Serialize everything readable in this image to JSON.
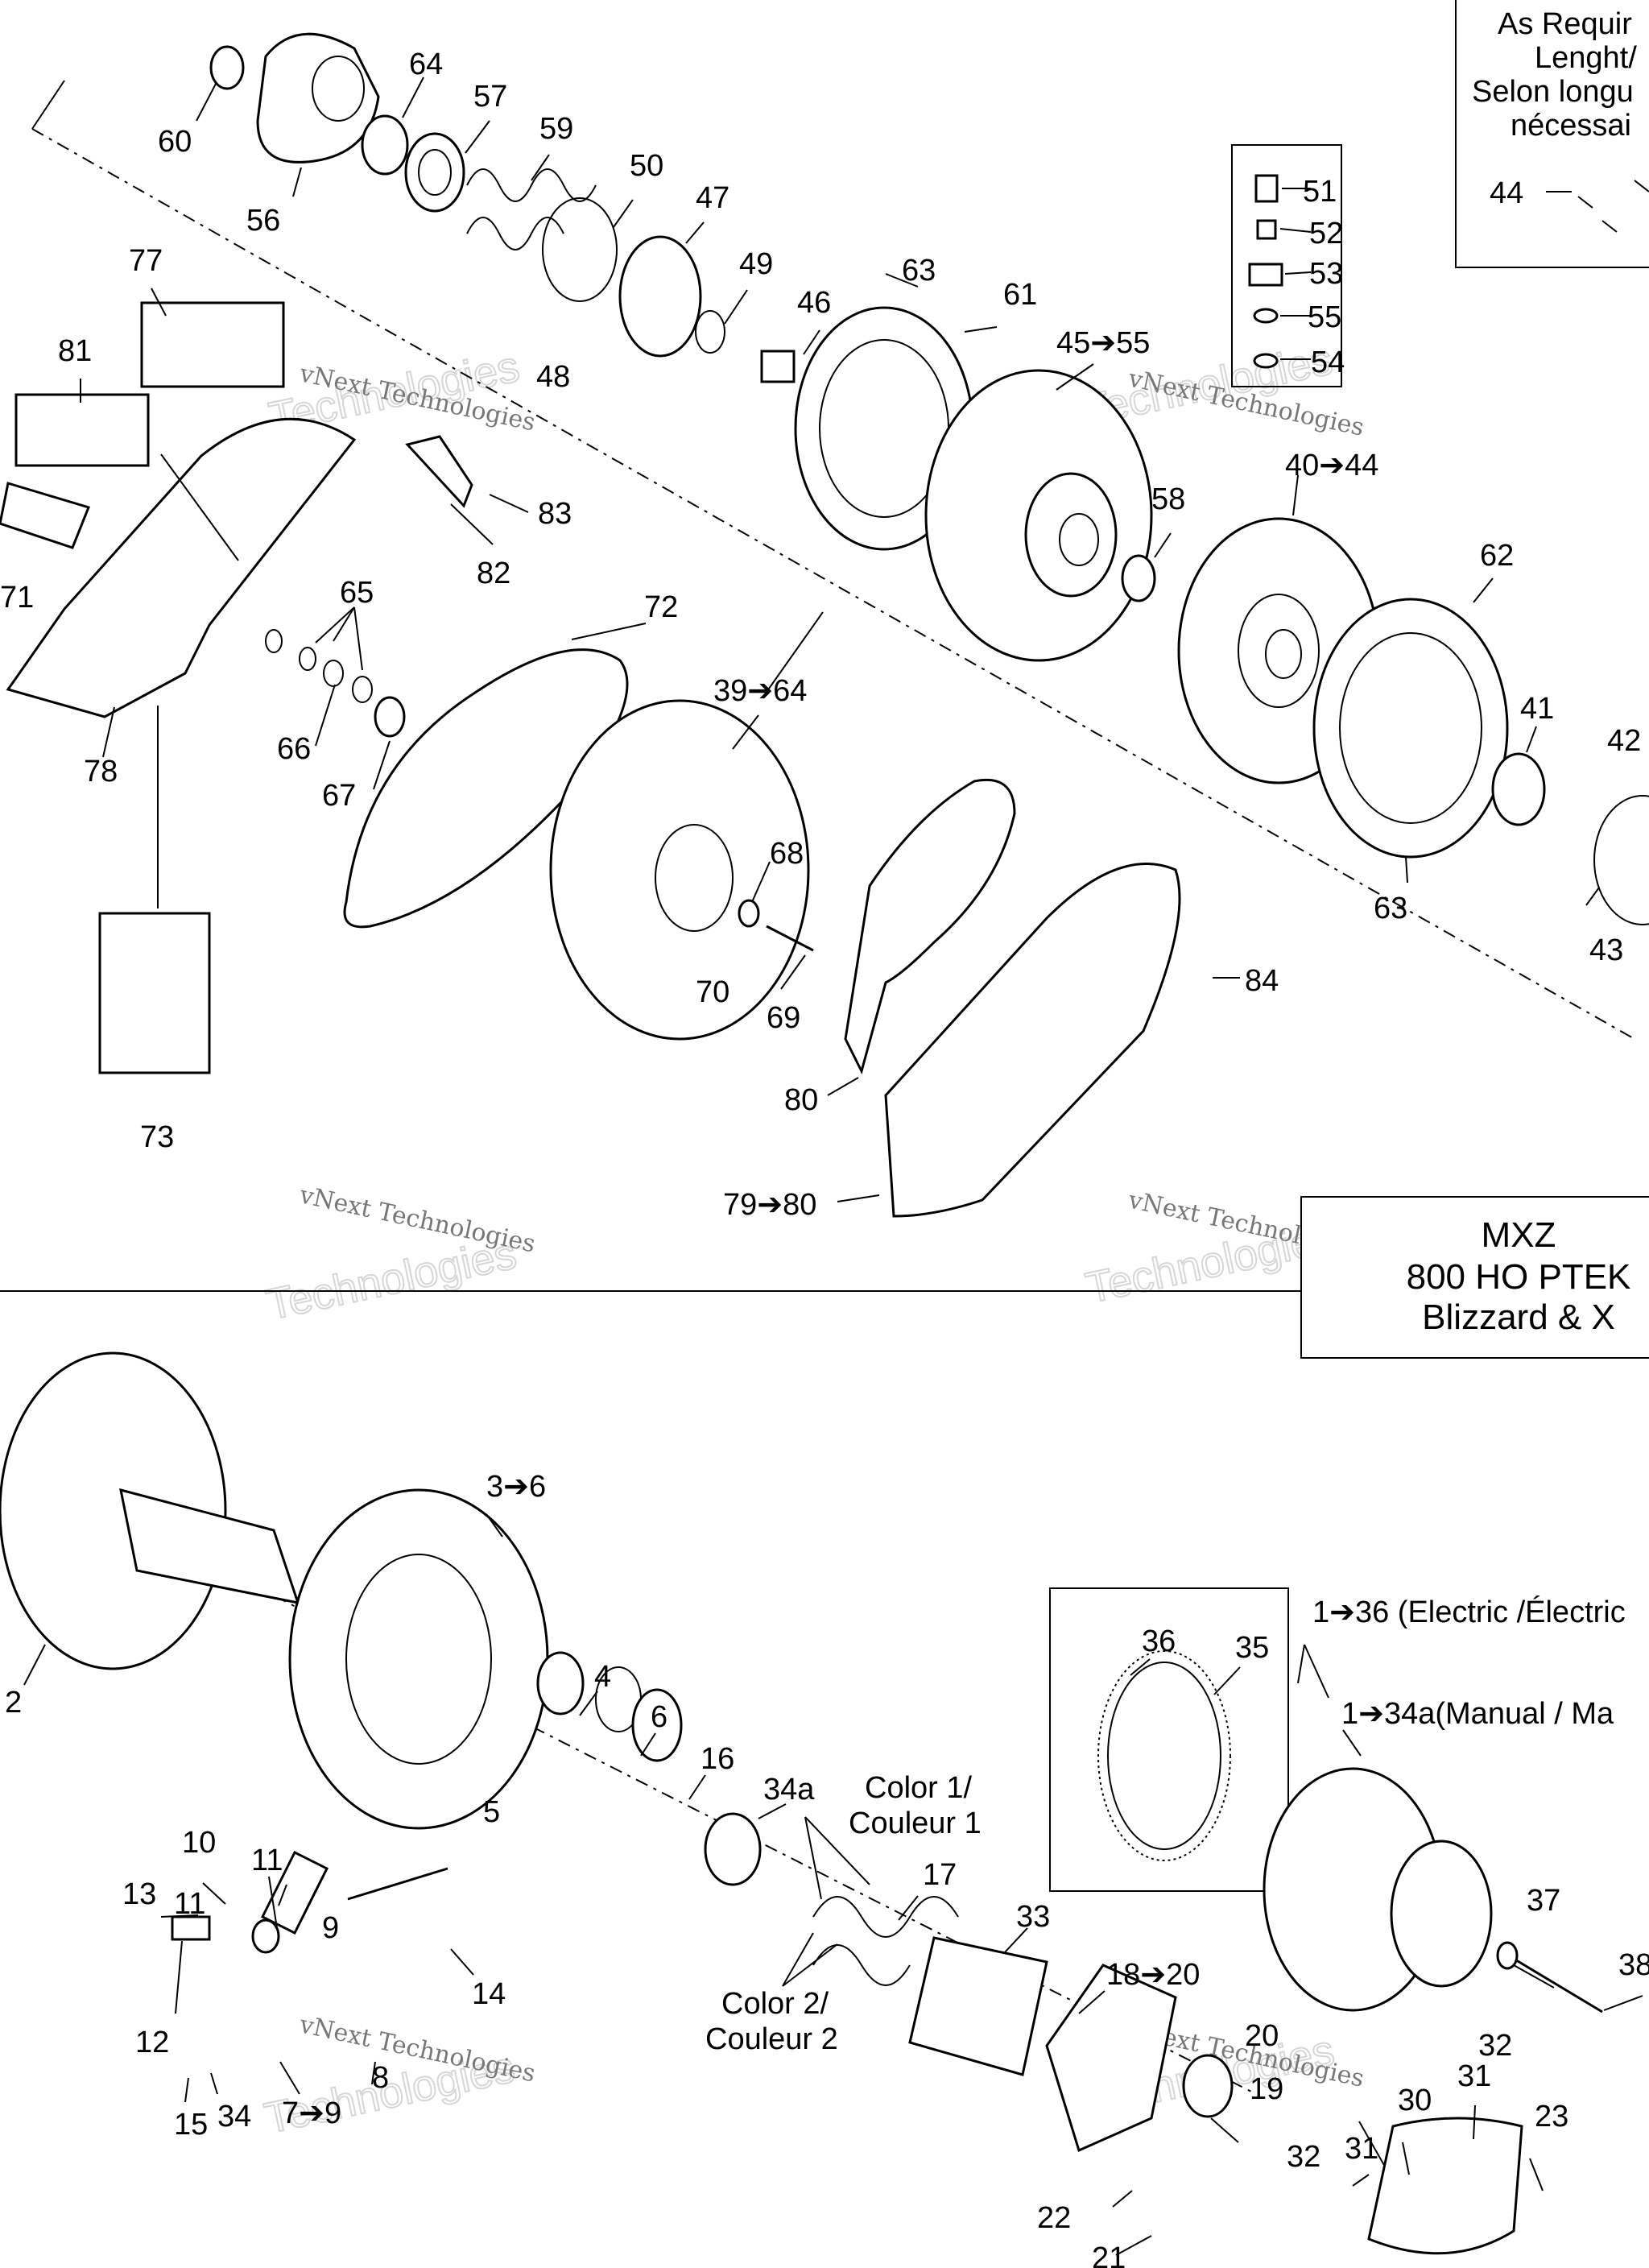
{
  "diagram": {
    "model_box": {
      "lines": [
        "MXZ",
        "800 HO PTEK",
        "Blizzard & X"
      ]
    },
    "note_top_right": {
      "lines": [
        "As Requir",
        "Lenght/",
        "Selon longu",
        "nécessai"
      ]
    },
    "watermark": {
      "line1": "vNext Technologies",
      "line2": "vNext",
      "line3": "Technologies"
    },
    "callouts": {
      "c60": "60",
      "c64a": "64",
      "c57": "57",
      "c59": "59",
      "c56": "56",
      "c50": "50",
      "c47": "47",
      "c49": "49",
      "c48": "48",
      "c46": "46",
      "c63a": "63",
      "c61": "61",
      "c51": "51",
      "c52": "52",
      "c53": "53",
      "c55": "55",
      "c54": "54",
      "c44": "44",
      "c45_55": "45➔55",
      "c77": "77",
      "c81": "81",
      "c83": "83",
      "c82": "82",
      "c71": "71",
      "c65": "65",
      "c66": "66",
      "c67": "67",
      "c78": "78",
      "c72": "72",
      "c39_64": "39➔64",
      "c58": "58",
      "c40_44": "40➔44",
      "c62": "62",
      "c41": "41",
      "c42": "42",
      "c63b": "63",
      "c43": "43",
      "c68": "68",
      "c70": "70",
      "c69": "69",
      "c84": "84",
      "c80": "80",
      "c79_80": "79➔80",
      "c73": "73",
      "c3_6": "3➔6",
      "c2": "2",
      "c4": "4",
      "c6": "6",
      "c16": "16",
      "c34a": "34a",
      "c5": "5",
      "c36": "36",
      "c35": "35",
      "c1_36": "1➔36 (Electric /Électric",
      "c1_34a": "1➔34a(Manual / Ma",
      "color1a": "Color 1/",
      "color1b": "Couleur 1",
      "c17": "17",
      "c33": "33",
      "c10": "10",
      "c11a": "11",
      "c11b": "11",
      "c13": "13",
      "c9": "9",
      "c14": "14",
      "c12": "12",
      "c8": "8",
      "c15": "15",
      "c34": "34",
      "c7_9": "7➔9",
      "color2a": "Color 2/",
      "color2b": "Couleur 2",
      "c18_20": "18➔20",
      "c20": "20",
      "c19": "19",
      "c37": "37",
      "c38": "38",
      "c31a": "31",
      "c32a": "32",
      "c30": "30",
      "c23": "23",
      "c32b": "32",
      "c31b": "31",
      "c22": "22",
      "c21": "21"
    }
  }
}
